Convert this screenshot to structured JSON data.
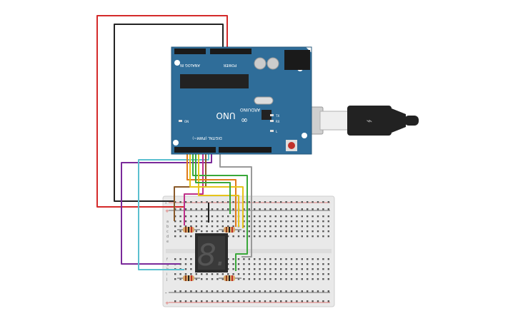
{
  "arduino": {
    "board_name": "UNO",
    "brand": "ARDUINO",
    "analog_header_label": "ANALOG IN",
    "power_header_label": "POWER",
    "digital_header_label": "DIGITAL (PWM~)",
    "tx_label": "TX",
    "rx_label": "RX",
    "l_label": "L",
    "on_label": "ON",
    "board_color": "#2f6d99"
  },
  "display": {
    "digit": "8.",
    "segment_color": "#4a4a4a"
  },
  "breadboard": {
    "row_letters_top": [
      "a",
      "b",
      "c",
      "d",
      "e"
    ],
    "row_letters_bottom": [
      "f",
      "g",
      "h",
      "i",
      "j"
    ],
    "rail_plus": "+",
    "rail_minus": "-"
  },
  "wire_colors": {
    "red": "#d42a2a",
    "black": "#222222",
    "orange": "#e07b1a",
    "yellow": "#e6c41a",
    "green": "#3aa83a",
    "purple": "#7a2a9a",
    "cyan": "#5bc0d0",
    "grey": "#9a9a9a",
    "brown": "#8a5a2a",
    "magenta": "#c0308a"
  }
}
